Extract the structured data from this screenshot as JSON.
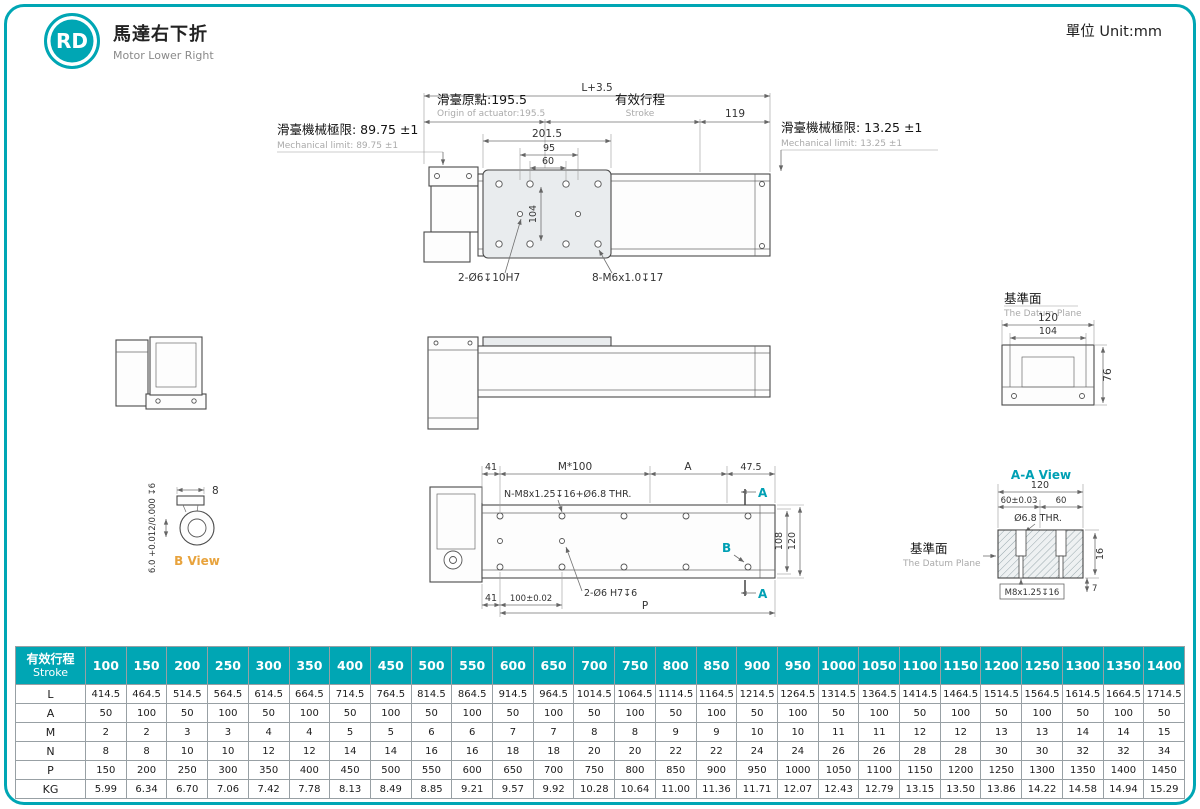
{
  "page": {
    "unit_label": "單位 Unit:mm"
  },
  "logo": {
    "abbr": "RD",
    "title_zh": "馬達右下折",
    "title_en": "Motor Lower Right"
  },
  "colors": {
    "teal": "#00a6b4",
    "orange": "#e8a33d"
  },
  "top_view": {
    "dim_total": "L+3.5",
    "origin_zh": "滑臺原點:195.5",
    "origin_en": "Origin of actuator:195.5",
    "stroke_zh": "有效行程",
    "stroke_en": "Stroke",
    "dim_119": "119",
    "dim_201": "201.5",
    "dim_95": "95",
    "dim_60": "60",
    "dim_104": "104",
    "limit_left_zh": "滑臺機械極限: 89.75 ±1",
    "limit_left_en": "Mechanical limit: 89.75 ±1",
    "limit_right_zh": "滑臺機械極限: 13.25 ±1",
    "limit_right_en": "Mechanical limit: 13.25 ±1",
    "callout_dowel": "2-Ø6↧10H7",
    "callout_screw": "8-M6x1.0↧17"
  },
  "datum_view": {
    "label_zh": "基準面",
    "label_en": "The Datum Plane",
    "dim_120": "120",
    "dim_104": "104",
    "dim_76": "76"
  },
  "b_view": {
    "label": "B View",
    "dim_8": "8",
    "dim_bore": "6.0 +0.012/0.000 ↧6"
  },
  "bottom_view": {
    "dim_41_top": "41",
    "dim_m100": "M*100",
    "dim_a": "A",
    "dim_47": "47.5",
    "callout_holes": "N-M8x1.25↧16+Ø6.8 THR.",
    "section_a": "A",
    "detail_b": "B",
    "dim_108": "108",
    "dim_120": "120",
    "callout_dowel": "2-Ø6 H7↧6",
    "dim_41_bottom": "41",
    "dim_100": "100±0.02",
    "dim_p": "P"
  },
  "aa_view": {
    "label": "A-A View",
    "dim_120": "120",
    "dim_60t": "60±0.03",
    "dim_60": "60",
    "dim_bore": "Ø6.8 THR.",
    "datum_zh": "基準面",
    "datum_en": "The Datum Plane",
    "thread": "M8x1.25↧16",
    "dim_16": "16",
    "dim_7": "7"
  },
  "table": {
    "header_zh": "有效行程",
    "header_en": "Stroke",
    "strokes": [
      "100",
      "150",
      "200",
      "250",
      "300",
      "350",
      "400",
      "450",
      "500",
      "550",
      "600",
      "650",
      "700",
      "750",
      "800",
      "850",
      "900",
      "950",
      "1000",
      "1050",
      "1100",
      "1150",
      "1200",
      "1250",
      "1300",
      "1350",
      "1400"
    ],
    "rows": [
      {
        "label": "L",
        "values": [
          "414.5",
          "464.5",
          "514.5",
          "564.5",
          "614.5",
          "664.5",
          "714.5",
          "764.5",
          "814.5",
          "864.5",
          "914.5",
          "964.5",
          "1014.5",
          "1064.5",
          "1114.5",
          "1164.5",
          "1214.5",
          "1264.5",
          "1314.5",
          "1364.5",
          "1414.5",
          "1464.5",
          "1514.5",
          "1564.5",
          "1614.5",
          "1664.5",
          "1714.5"
        ]
      },
      {
        "label": "A",
        "values": [
          "50",
          "100",
          "50",
          "100",
          "50",
          "100",
          "50",
          "100",
          "50",
          "100",
          "50",
          "100",
          "50",
          "100",
          "50",
          "100",
          "50",
          "100",
          "50",
          "100",
          "50",
          "100",
          "50",
          "100",
          "50",
          "100",
          "50"
        ]
      },
      {
        "label": "M",
        "values": [
          "2",
          "2",
          "3",
          "3",
          "4",
          "4",
          "5",
          "5",
          "6",
          "6",
          "7",
          "7",
          "8",
          "8",
          "9",
          "9",
          "10",
          "10",
          "11",
          "11",
          "12",
          "12",
          "13",
          "13",
          "14",
          "14",
          "15"
        ]
      },
      {
        "label": "N",
        "values": [
          "8",
          "8",
          "10",
          "10",
          "12",
          "12",
          "14",
          "14",
          "16",
          "16",
          "18",
          "18",
          "20",
          "20",
          "22",
          "22",
          "24",
          "24",
          "26",
          "26",
          "28",
          "28",
          "30",
          "30",
          "32",
          "32",
          "34"
        ]
      },
      {
        "label": "P",
        "values": [
          "150",
          "200",
          "250",
          "300",
          "350",
          "400",
          "450",
          "500",
          "550",
          "600",
          "650",
          "700",
          "750",
          "800",
          "850",
          "900",
          "950",
          "1000",
          "1050",
          "1100",
          "1150",
          "1200",
          "1250",
          "1300",
          "1350",
          "1400",
          "1450"
        ]
      },
      {
        "label": "KG",
        "values": [
          "5.99",
          "6.34",
          "6.70",
          "7.06",
          "7.42",
          "7.78",
          "8.13",
          "8.49",
          "8.85",
          "9.21",
          "9.57",
          "9.92",
          "10.28",
          "10.64",
          "11.00",
          "11.36",
          "11.71",
          "12.07",
          "12.43",
          "12.79",
          "13.15",
          "13.50",
          "13.86",
          "14.22",
          "14.58",
          "14.94",
          "15.29"
        ]
      }
    ]
  }
}
